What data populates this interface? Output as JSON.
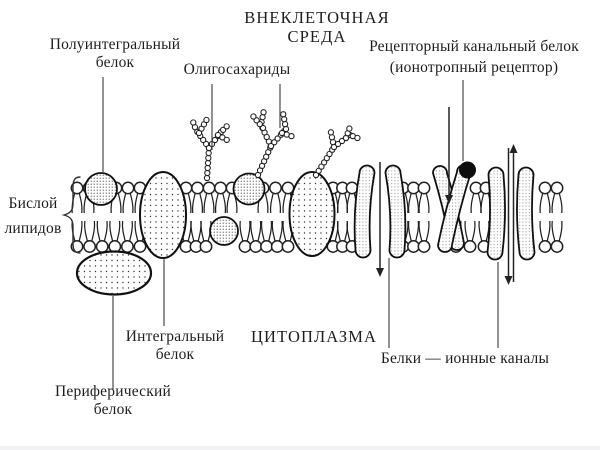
{
  "figure": {
    "background": "#ffffff",
    "ink": "#1d1d1d",
    "pointer_color": "#4a4a4a",
    "ligand_color": "#0d0d0d",
    "bottom_strip_color": "#f2f2f4"
  },
  "labels": {
    "extracellular": {
      "line1": "ВНЕКЛЕТОЧНАЯ",
      "line2": "СРЕДА"
    },
    "semi_integral_protein": {
      "line1": "Полуинтегральный",
      "line2": "белок"
    },
    "oligosaccharides": {
      "text": "Олигосахариды"
    },
    "receptor_channel_protein": {
      "line1": "Рецепторный канальный белок",
      "line2": "(ионотропный рецептор)"
    },
    "lipid_bilayer": {
      "line1": "Бислой",
      "line2": "липидов"
    },
    "integral_protein": {
      "line1": "Интегральный",
      "line2": "белок"
    },
    "cytoplasm": {
      "text": "ЦИТОПЛАЗМА"
    },
    "ion_channel_proteins": {
      "text": "Белки — ионные каналы"
    },
    "peripheral_protein": {
      "line1": "Периферический",
      "line2": "белок"
    }
  }
}
